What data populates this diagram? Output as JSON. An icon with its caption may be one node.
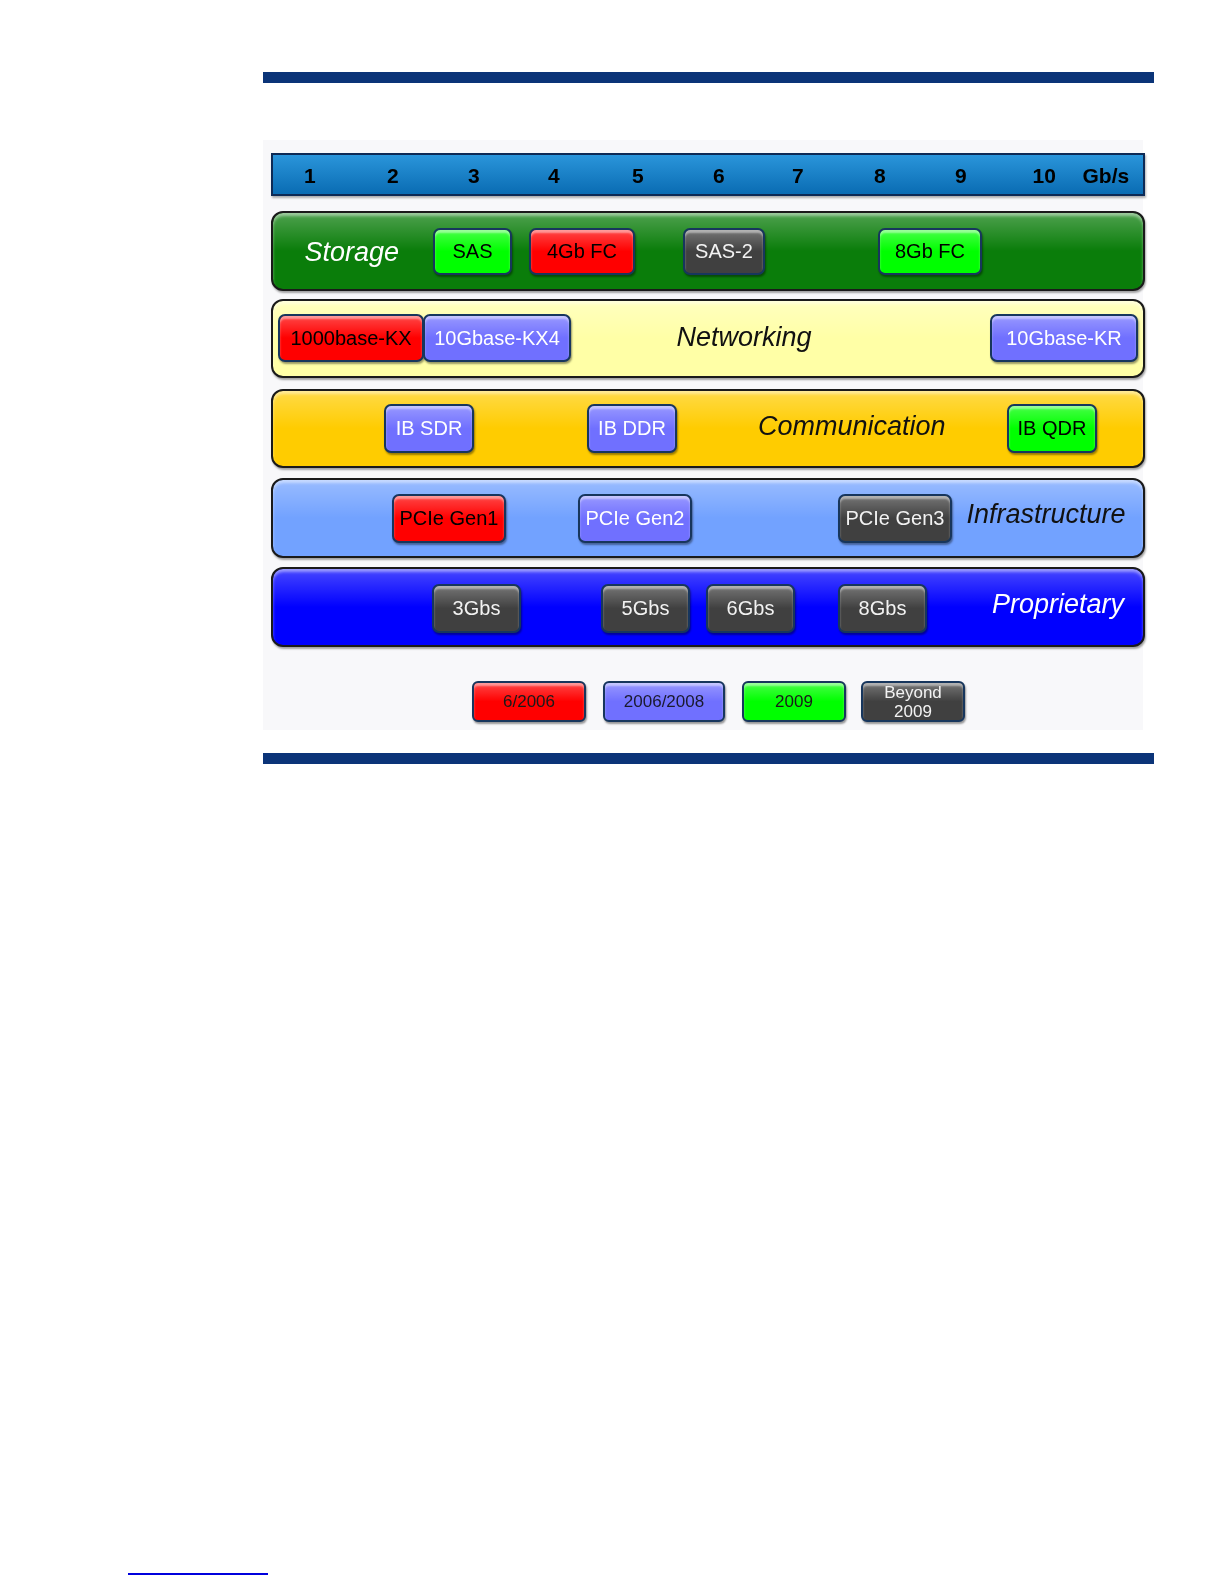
{
  "diagram": {
    "nodes": [
      {
        "text": [
          "1",
          "2",
          "3",
          "4",
          "5",
          "6",
          "7",
          "8",
          "9",
          "10",
          "Gb/s"
        ]
      },
      {
        "text": [
          "Storage"
        ]
      },
      {
        "text": [
          "SAS"
        ],
        "in": 1
      },
      {
        "text": [
          "4Gb FC"
        ],
        "in": 1
      },
      {
        "text": [
          "SAS-2"
        ],
        "in": 1
      },
      {
        "text": [
          "8Gb FC"
        ],
        "in": 1
      },
      {
        "text": [
          "Networking"
        ]
      },
      {
        "text": [
          "1000base-KX"
        ],
        "in": 6
      },
      {
        "text": [
          "10Gbase-KX4"
        ],
        "in": 6
      },
      {
        "text": [
          "10Gbase-KR"
        ],
        "in": 6
      },
      {
        "text": [
          "Communication"
        ]
      },
      {
        "text": [
          "IB SDR"
        ],
        "in": 10
      },
      {
        "text": [
          "IB DDR"
        ],
        "in": 10
      },
      {
        "text": [
          "IB QDR"
        ],
        "in": 10
      },
      {
        "text": [
          "Infrastructure"
        ]
      },
      {
        "text": [
          "PCIe Gen1"
        ],
        "in": 14
      },
      {
        "text": [
          "PCIe Gen2"
        ],
        "in": 14
      },
      {
        "text": [
          "PCIe Gen3"
        ],
        "in": 14
      },
      {
        "text": [
          "Proprietary"
        ]
      },
      {
        "text": [
          "3Gbs"
        ],
        "in": 18
      },
      {
        "text": [
          "5Gbs"
        ],
        "in": 18
      },
      {
        "text": [
          "6Gbs"
        ],
        "in": 18
      },
      {
        "text": [
          "8Gbs"
        ],
        "in": 18
      }
    ],
    "legend": [
      {
        "text": "6/2006",
        "color": "#ff0000"
      },
      {
        "text": "2006/2008",
        "color": "#7070ff"
      },
      {
        "text": "2009",
        "color": "#00ff00"
      },
      {
        "text": "Beyond 2009",
        "color": "#404040"
      }
    ]
  }
}
